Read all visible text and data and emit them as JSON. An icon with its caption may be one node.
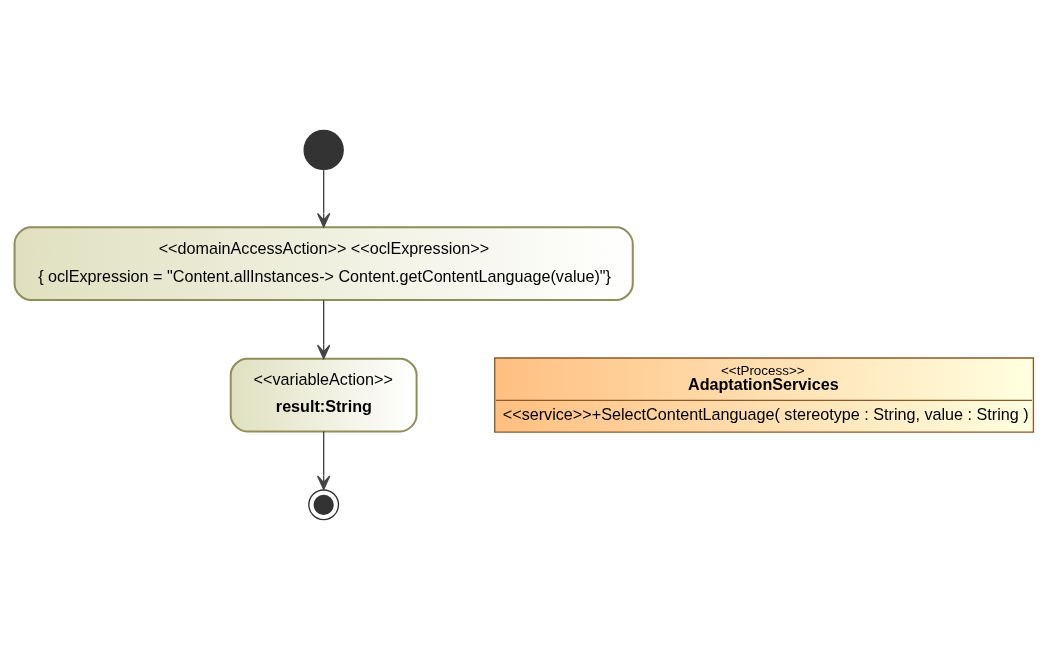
{
  "diagram": {
    "nodes": [
      {
        "text": [],
        "shape": "circle"
      },
      {
        "text": [
          "<<domainAccessAction>> <<oclExpression>>",
          "{ oclExpression = \"Content.allInstances-> Content.getContentLanguage(value)\"}"
        ]
      },
      {
        "text": [
          "<<variableAction>>",
          "result:String"
        ]
      },
      {
        "text": [],
        "shape": "circle"
      },
      {
        "text": [
          "<<tProcess>>",
          "AdaptationServices",
          "<<service>>+SelectContentLanguage( stereotype : String, value : String )"
        ]
      }
    ],
    "edges": [
      {
        "from": 0,
        "to": 1,
        "arrow": "to"
      },
      {
        "from": 1,
        "to": 2,
        "arrow": "to"
      },
      {
        "from": 2,
        "to": 3,
        "arrow": "to"
      }
    ]
  }
}
